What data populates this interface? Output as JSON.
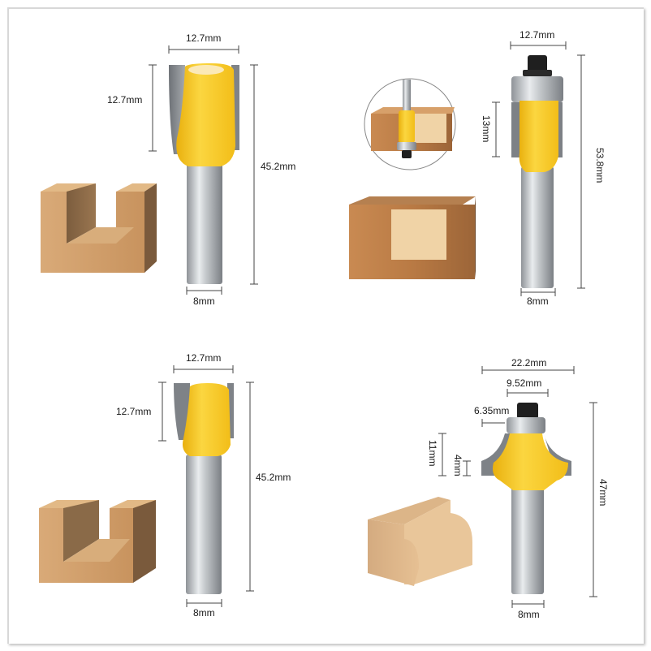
{
  "image_type": "Router bit product dimension sheet (4 panels)",
  "colors": {
    "cutter_yellow": "#f5c518",
    "carbide_grey": "#8a8d91",
    "shank_grey": "#b8bcc0",
    "bearing_black": "#222222",
    "wood_light": "#dcae7c",
    "wood_dark": "#8a6a48",
    "dimension_line": "#444444",
    "frame_border": "#d8d8d8"
  },
  "panels": [
    {
      "name": "straight-bit-top-left",
      "bit_type": "straight",
      "workpiece": "u-groove block",
      "dims": {
        "cut_width": "12.7mm",
        "cut_length": "12.7mm",
        "overall_length": "45.2mm",
        "shank": "8mm"
      }
    },
    {
      "name": "flush-trim-bit-top-right",
      "bit_type": "flush trim with bearing",
      "workpiece": "block with flush-trimmed face",
      "inset": "circular detail showing bit trimming board edge",
      "dims": {
        "cut_width": "12.7mm",
        "cut_length": "13mm",
        "overall_length": "53.8mm",
        "shank": "8mm"
      }
    },
    {
      "name": "straight-bit-bottom-left",
      "bit_type": "straight",
      "workpiece": "u-groove block",
      "dims": {
        "cut_width": "12.7mm",
        "cut_length": "12.7mm",
        "overall_length": "45.2mm",
        "shank": "8mm"
      }
    },
    {
      "name": "roundover-bit-bottom-right",
      "bit_type": "round-over with bearing",
      "workpiece": "block with rounded edge",
      "dims": {
        "cut_diameter": "22.2mm",
        "bearing_diameter": "9.52mm",
        "radius": "6.35mm",
        "cut_height": "11mm",
        "step": "4mm",
        "overall_length": "47mm",
        "shank": "8mm"
      }
    }
  ]
}
